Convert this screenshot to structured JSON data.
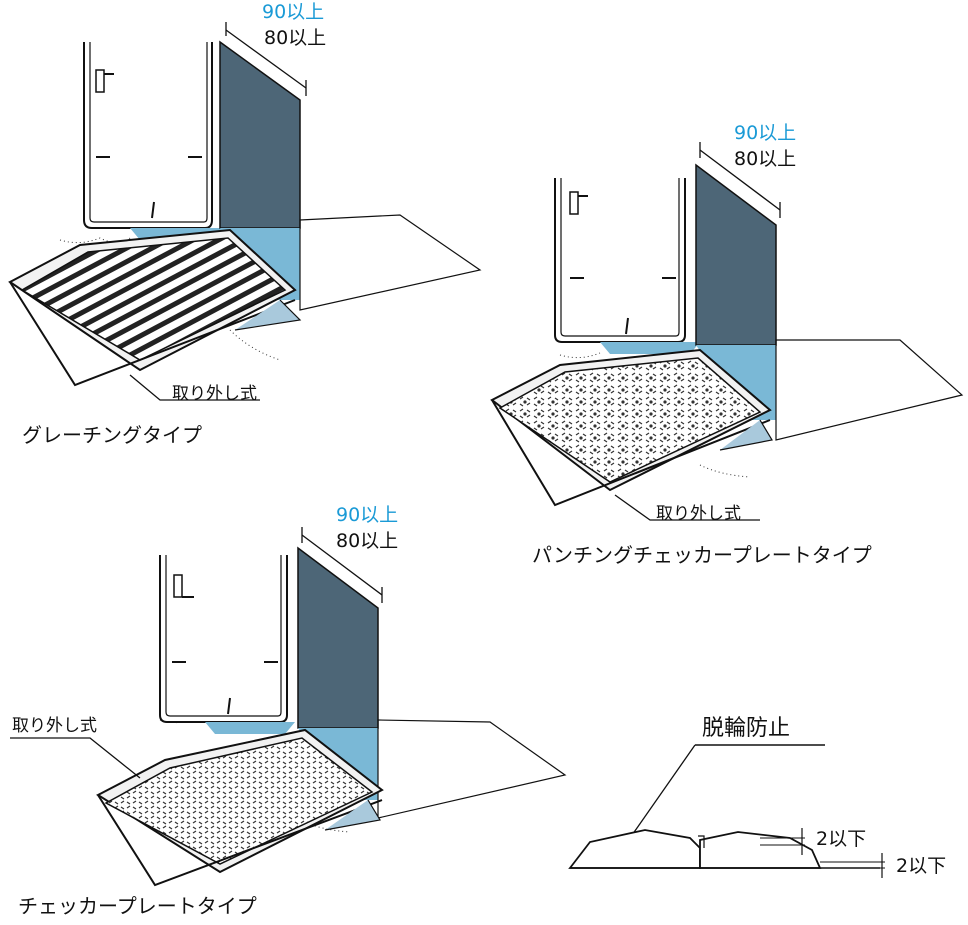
{
  "panels": {
    "grating": {
      "dim_top": "90以上",
      "dim_bottom": "80以上",
      "removable": "取り外し式",
      "caption": "グレーチングタイプ"
    },
    "punching": {
      "dim_top": "90以上",
      "dim_bottom": "80以上",
      "removable": "取り外し式",
      "caption": "パンチングチェッカープレートタイプ"
    },
    "checker": {
      "dim_top": "90以上",
      "dim_bottom": "80以上",
      "removable": "取り外し式",
      "caption": "チェッカープレートタイプ"
    },
    "section": {
      "title": "脱輪防止",
      "dim_1": "2以下",
      "dim_2": "2以下"
    }
  },
  "colors": {
    "dim_top": "#1a9ad6",
    "wall": "#4d6677",
    "light_blue": "#7ab8d6",
    "line": "#111111"
  }
}
